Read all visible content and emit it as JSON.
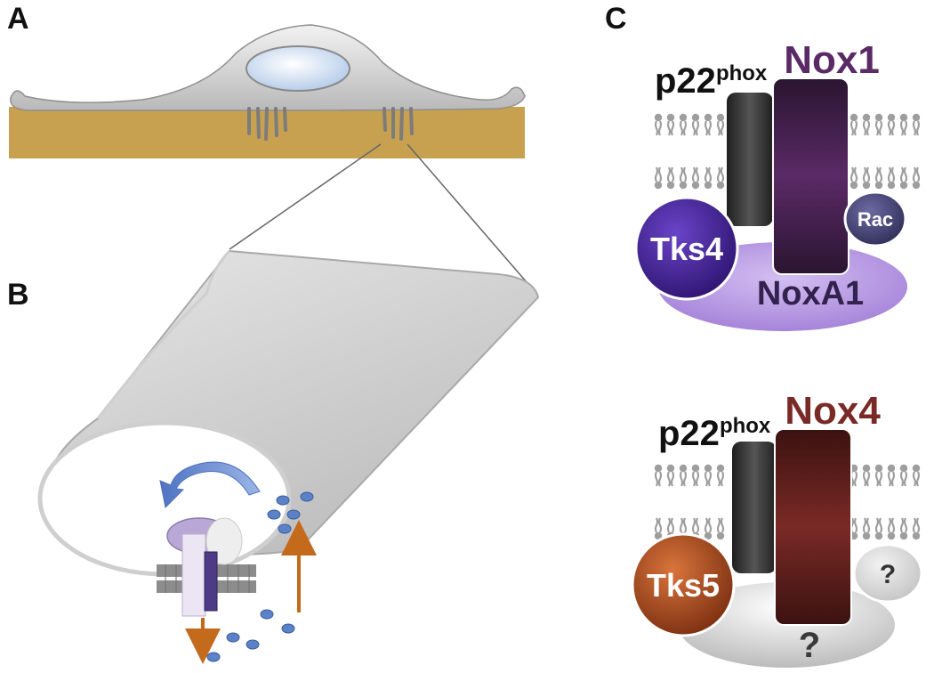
{
  "panels": {
    "a": {
      "label": "A"
    },
    "b": {
      "label": "B"
    },
    "c": {
      "label": "C",
      "top": {
        "p22_base": "p22",
        "p22_sup": "phox",
        "nox_name": "Nox1",
        "nox_color": "#5a2a66",
        "adaptor": "Tks4",
        "adaptor_color": "#3f1f8a",
        "activator": "NoxA1",
        "activator_color": "#b79bde",
        "gtpase": "Rac",
        "gtpase_color": "#43426f"
      },
      "bottom": {
        "p22_base": "p22",
        "p22_sup": "phox",
        "nox_name": "Nox4",
        "nox_color": "#7a2a26",
        "adaptor": "Tks5",
        "adaptor_color": "#b04f22",
        "unknown_small": "?",
        "unknown_base": "?"
      }
    }
  },
  "colors": {
    "substrate": "#c7a14f",
    "cell_body": "#d3d3d3",
    "nucleus": "#c9dcf2",
    "membrane_lipid": "#9e9e9e",
    "ros_dot": "#5b82c6",
    "transport_arrow": "#c46a1c",
    "recycle_arrow": "#6f91d4"
  }
}
